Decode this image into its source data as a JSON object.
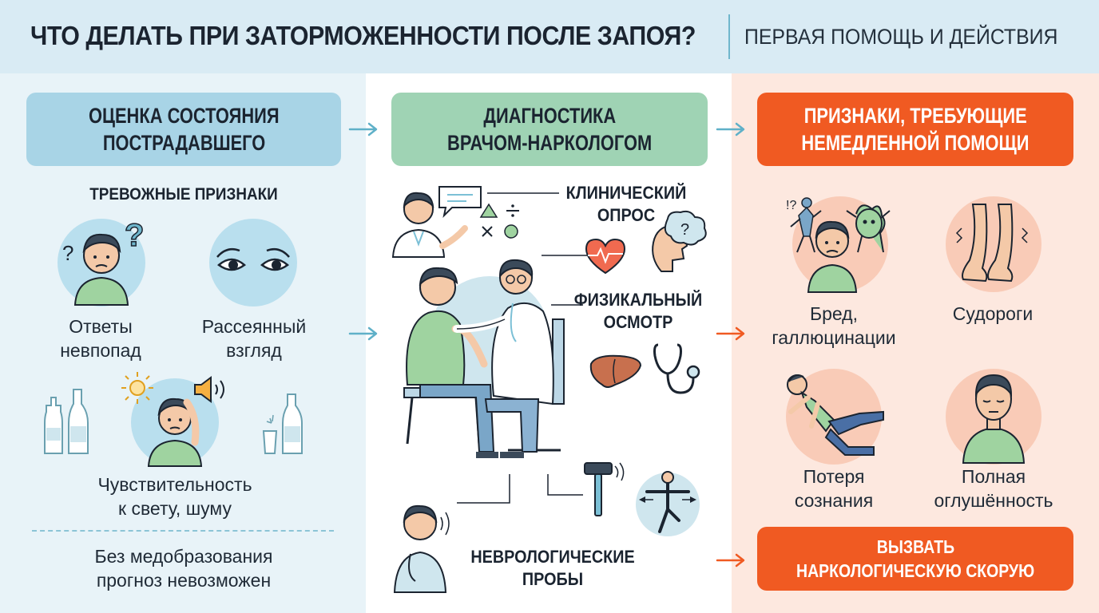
{
  "header": {
    "title": "ЧТО ДЕЛАТЬ ПРИ ЗАТОРМОЖЕННОСТИ ПОСЛЕ ЗАПОЯ?",
    "subtitle": "ПЕРВАЯ ПОМОЩЬ И ДЕЙСТВИЯ"
  },
  "colors": {
    "header_bg": "#d9ebf4",
    "col1_bg": "#e8f3f8",
    "col3_bg": "#fde8df",
    "blue_head": "#a8d4e6",
    "green_head": "#9fd3b4",
    "orange_accent": "#f05a22"
  },
  "assessment": {
    "heading_line1": "ОЦЕНКА СОСТОЯНИЯ",
    "heading_line2": "ПОСТРАДАВШЕГО",
    "warning_title": "ТРЕВОЖНЫЕ ПРИЗНАКИ",
    "sign1_line1": "Ответы",
    "sign1_line2": "невпопад",
    "sign2_line1": "Рассеянный",
    "sign2_line2": "взгляд",
    "sign3_line1": "Чувствительность",
    "sign3_line2": "к свету, шуму",
    "note_line1": "Без медобразования",
    "note_line2": "прогноз невозможен"
  },
  "diagnostics": {
    "heading_line1": "ДИАГНОСТИКА",
    "heading_line2": "ВРАЧОМ-НАРКОЛОГОМ",
    "step1_line1": "КЛИНИЧЕСКИЙ",
    "step1_line2": "ОПРОС",
    "step2_line1": "ФИЗИКАЛЬНЫЙ",
    "step2_line2": "ОСМОТР",
    "step3_line1": "НЕВРОЛОГИЧЕСКИЕ",
    "step3_line2": "ПРОБЫ"
  },
  "urgent": {
    "heading_line1": "ПРИЗНАКИ, ТРЕБУЮЩИЕ",
    "heading_line2": "НЕМЕДЛЕННОЙ ПОМОЩИ",
    "sign1_line1": "Бред,",
    "sign1_line2": "галлюцинации",
    "sign2_line1": "Судороги",
    "sign3_line1": "Потеря",
    "sign3_line2": "сознания",
    "sign4_line1": "Полная",
    "sign4_line2": "оглушённость",
    "cta_line1": "ВЫЗВАТЬ",
    "cta_line2": "НАРКОЛОГИЧЕСКУЮ СКОРУЮ"
  },
  "icons": [
    "question-mark-icon",
    "eyes-icon",
    "sun-icon",
    "speaker-icon",
    "bottle-icon",
    "speech-bubble-icon",
    "heart-pulse-icon",
    "brain-question-icon",
    "liver-icon",
    "stethoscope-icon",
    "reflex-hammer-icon",
    "balance-figure-icon",
    "arrow-right-icon"
  ]
}
